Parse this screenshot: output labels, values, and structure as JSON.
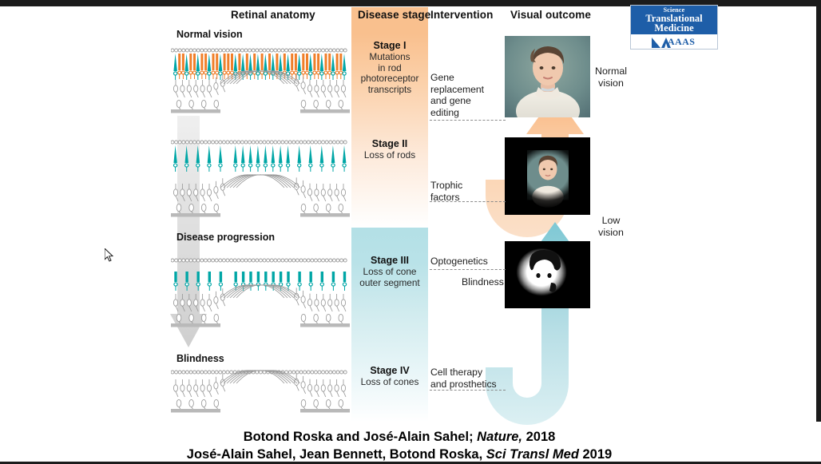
{
  "columns": {
    "retinal_anatomy": "Retinal anatomy",
    "disease_stage": "Disease stage",
    "intervention": "Intervention",
    "visual_outcome": "Visual outcome"
  },
  "panels": [
    {
      "title": "Normal vision",
      "state": "rods-and-cones"
    },
    {
      "title": "",
      "state": "cones-only"
    },
    {
      "title": "Disease progression",
      "state": "cones-no-outer-segment"
    },
    {
      "title": "Blindness",
      "state": "no-photoreceptors"
    }
  ],
  "stages": [
    {
      "name": "Stage I",
      "desc": "Mutations\nin rod\nphotoreceptor\ntranscripts"
    },
    {
      "name": "Stage II",
      "desc": "Loss of rods"
    },
    {
      "name": "Stage III",
      "desc": "Loss of cone\nouter segment"
    },
    {
      "name": "Stage IV",
      "desc": "Loss of cones"
    }
  ],
  "interventions": [
    {
      "label": "Gene\nreplacement\nand gene\nediting"
    },
    {
      "label": "Trophic\nfactors"
    },
    {
      "label": "Optogenetics"
    },
    {
      "label": "Cell therapy\nand prosthetics"
    }
  ],
  "blindness_label": "Blindness",
  "outcomes": {
    "normal_vision": "Normal\nvision",
    "low_vision": "Low\nvision"
  },
  "images": [
    {
      "name": "portrait-full-color",
      "caption": ""
    },
    {
      "name": "portrait-tunnel-vision",
      "caption": ""
    },
    {
      "name": "portrait-blindness-high-contrast",
      "caption": ""
    }
  ],
  "logo": {
    "science": "Science",
    "translational": "Translational",
    "medicine": "Medicine",
    "aaas": "AAAS"
  },
  "caption": {
    "line1_a": "Botond Roska and José-Alain Sahel; ",
    "line1_b": "Nature,",
    "line1_c": " 2018",
    "line2_a": "José-Alain Sahel, Jean Bennett, Botond Roska, ",
    "line2_b": "Sci Transl Med",
    "line2_c": " 2019"
  },
  "colors": {
    "rod": "#f07f2a",
    "cone": "#00a6a6",
    "neuron": "#9a9a9a",
    "stage_orange": "#f9c08e",
    "stage_blue": "#b3e0e6",
    "arrow_orange": "#fad0ac",
    "arrow_blue": "#93d2dc",
    "progression_gray": "#d8d8d8",
    "logo_blue": "#1e5ea8"
  }
}
